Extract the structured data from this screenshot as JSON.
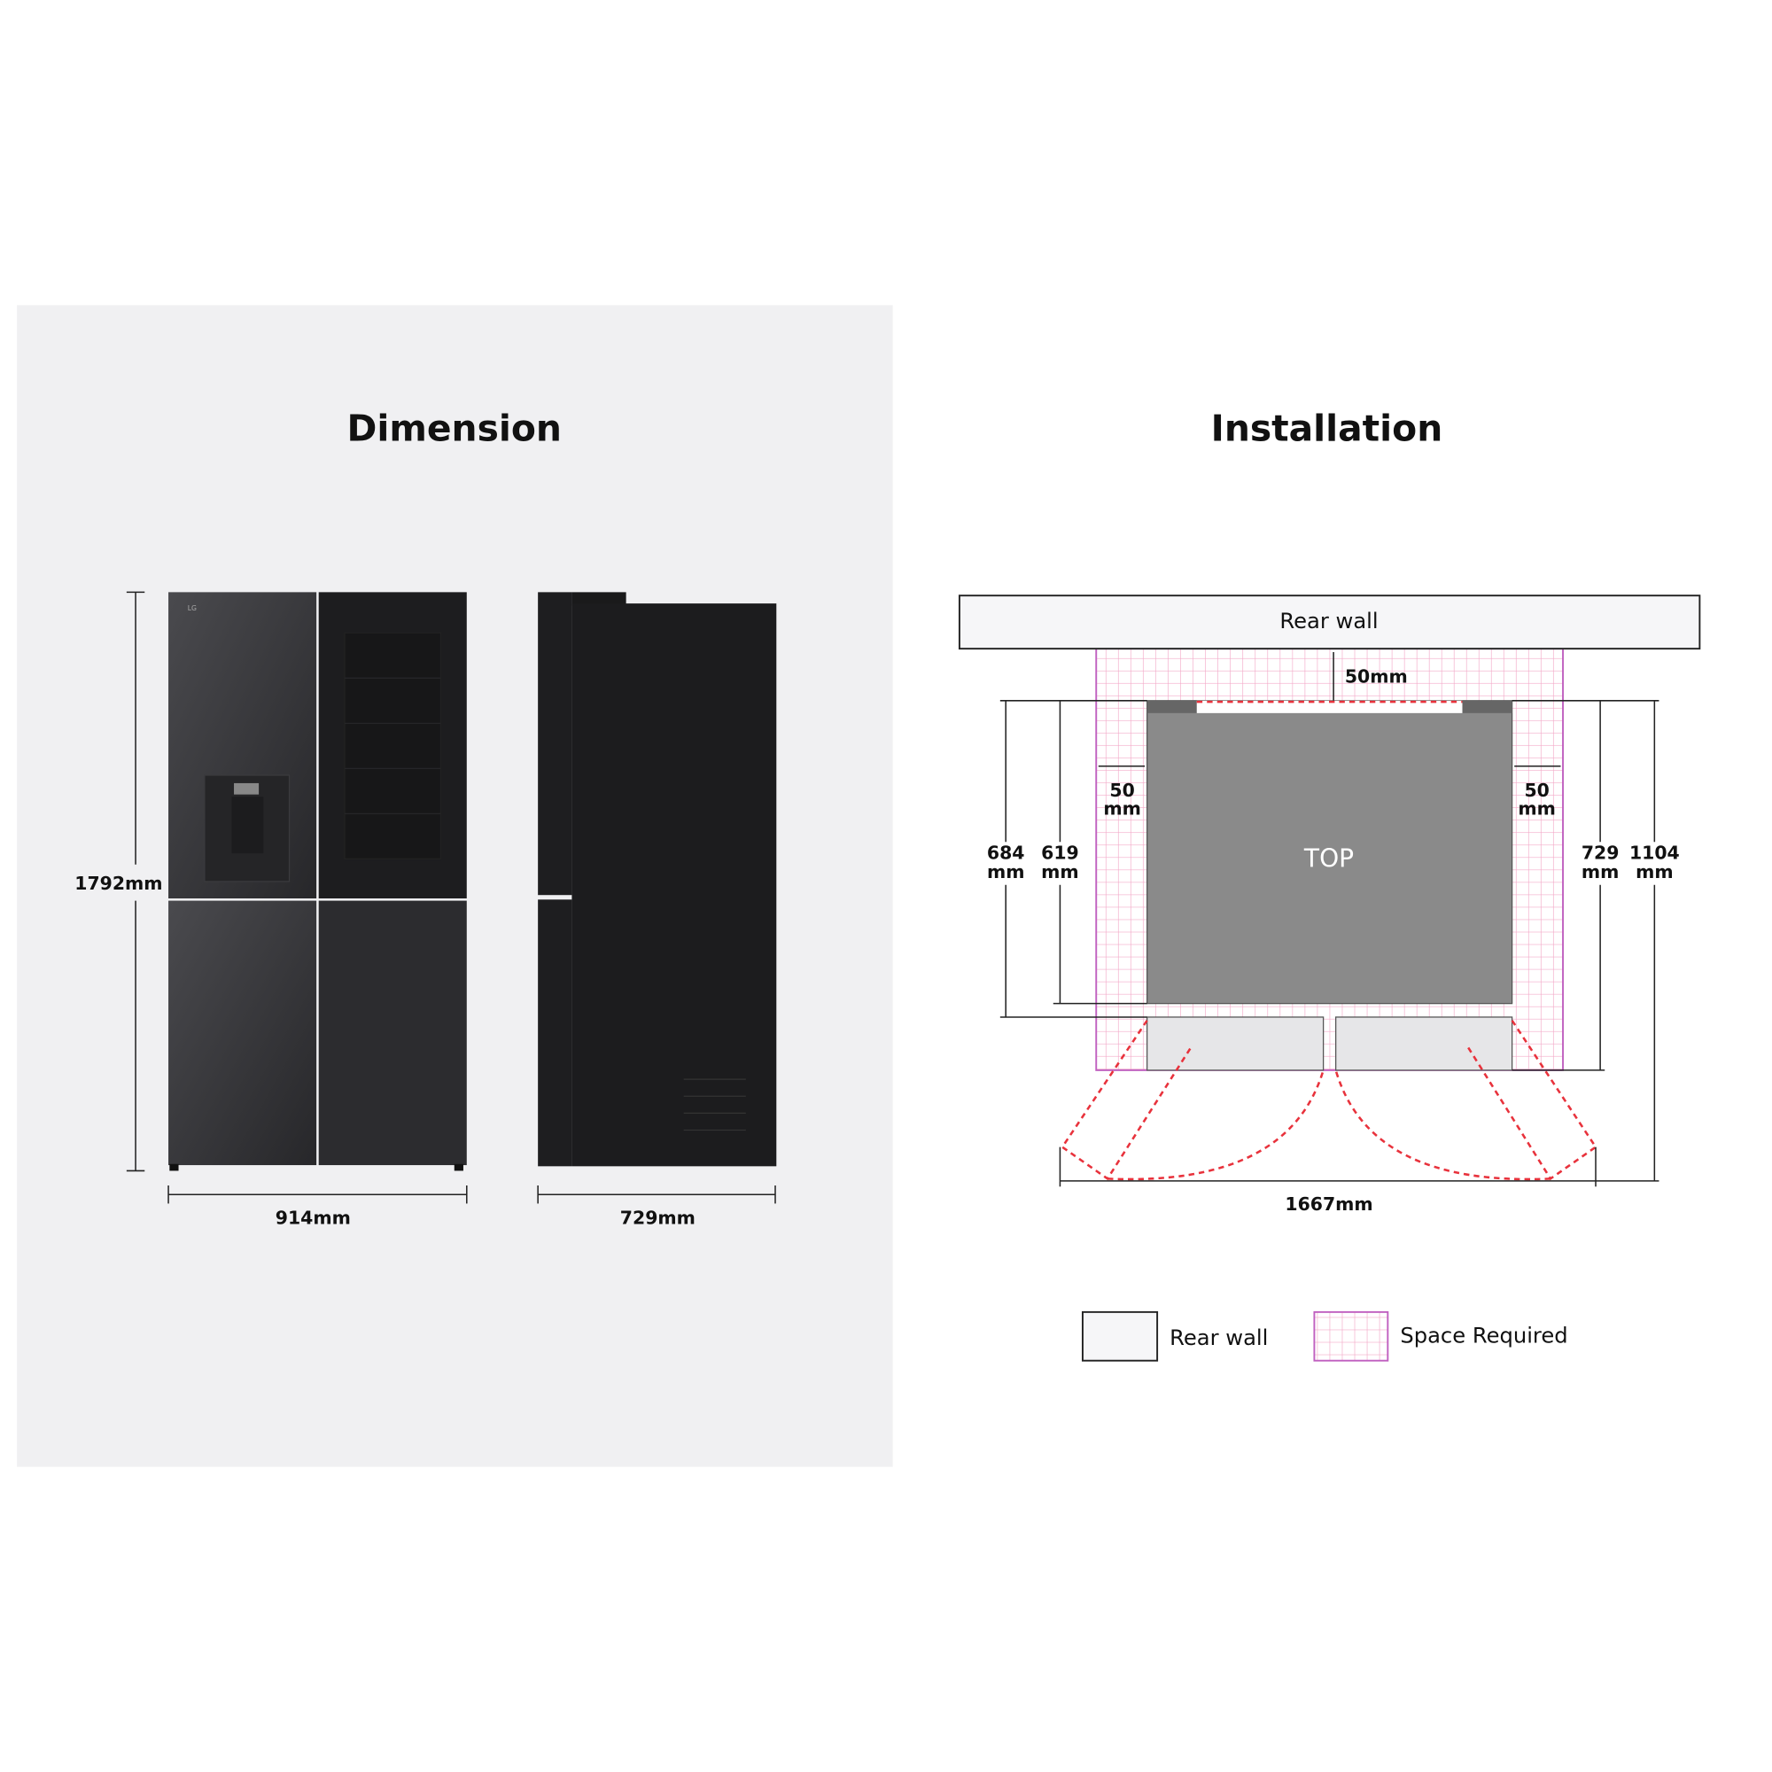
{
  "dimension": {
    "title": "Dimension",
    "height_label": "1792mm",
    "width_label": "914mm",
    "depth_label": "729mm",
    "logo_text": "LG"
  },
  "installation": {
    "title": "Installation",
    "rear_wall_label": "Rear wall",
    "top_gap_label": "50mm",
    "side_gap_value": "50",
    "unit": "mm",
    "top_label": "TOP",
    "left_dims": [
      "684",
      "619"
    ],
    "right_dims": [
      "729",
      "1104"
    ],
    "total_width_label": "1667mm"
  },
  "legend": {
    "rear_wall": "Rear wall",
    "space_required": "Space Required"
  },
  "colors": {
    "panel_bg": "#f0f0f2",
    "fridge_body": "#2a2a2c",
    "top_grey": "#8a8a8a",
    "grid_pink": "#f3a9c8",
    "border_magenta": "#c060c0",
    "door_swing": "#e8323c"
  }
}
